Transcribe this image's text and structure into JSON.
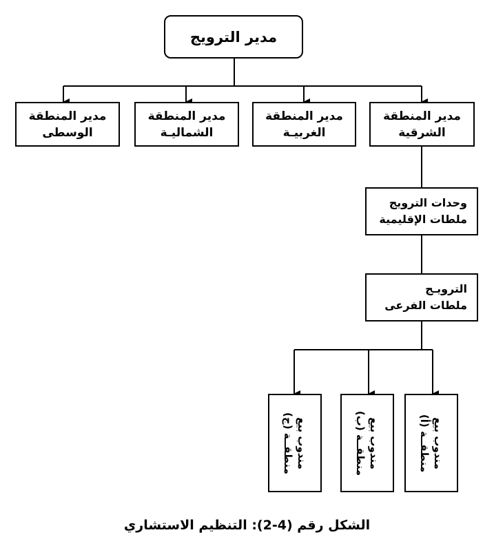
{
  "diagram": {
    "top": "مدير الترويج",
    "regions": [
      {
        "line1": "مدير المنطقة",
        "line2": "الشرقية"
      },
      {
        "line1": "مدير المنطقة",
        "line2": "الغربيـة"
      },
      {
        "line1": "مدير المنطقة",
        "line2": "الشماليـة"
      },
      {
        "line1": "مدير المنطقة",
        "line2": "الوسطى"
      }
    ],
    "regional_units": {
      "line1": "وحدات الترويج",
      "line2": "ملطات الإقليمية"
    },
    "branch": {
      "line1": "الترويـج",
      "line2": "ملطات الفرعى"
    },
    "reps": [
      {
        "line1": "مندوب بيع",
        "line2": "منطقــة (أ)"
      },
      {
        "line1": "مندوب بيع",
        "line2": "منطقــة (ب)"
      },
      {
        "line1": "مندوب بيع",
        "line2": "منطقــة (ج)"
      }
    ],
    "caption": "الشكل رقم (4-2): التنظيم الاستشاري"
  }
}
